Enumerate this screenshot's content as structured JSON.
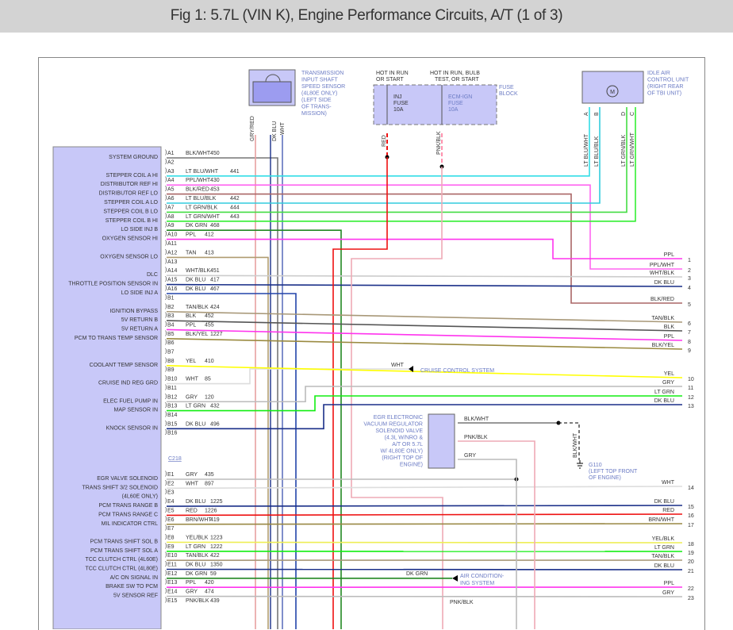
{
  "title": "Fig 1: 5.7L (VIN K), Engine Performance Circuits, A/T (1 of 3)",
  "pcm_pins": [
    {
      "pin": "A1",
      "func": "SYSTEM GROUND",
      "wire": "BLK/WHT",
      "circuit": "450"
    },
    {
      "pin": "A2",
      "func": "",
      "wire": "",
      "circuit": ""
    },
    {
      "pin": "A3",
      "func": "STEPPER COIL A HI",
      "wire": "LT BLU/WHT",
      "circuit": "441"
    },
    {
      "pin": "A4",
      "func": "DISTRIBUTOR REF HI",
      "wire": "PPL/WHT",
      "circuit": "430"
    },
    {
      "pin": "A5",
      "func": "DISTRIBUTOR REF LO",
      "wire": "BLK/RED",
      "circuit": "453"
    },
    {
      "pin": "A6",
      "func": "STEPPER COIL A LO",
      "wire": "LT BLU/BLK",
      "circuit": "442"
    },
    {
      "pin": "A7",
      "func": "STEPPER COIL B LO",
      "wire": "LT GRN/BLK",
      "circuit": "444"
    },
    {
      "pin": "A8",
      "func": "STEPPER COIL B HI",
      "wire": "LT GRN/WHT",
      "circuit": "443"
    },
    {
      "pin": "A9",
      "func": "LO SIDE INJ B",
      "wire": "DK GRN",
      "circuit": "468"
    },
    {
      "pin": "A10",
      "func": "OXYGEN SENSOR HI",
      "wire": "PPL",
      "circuit": "412"
    },
    {
      "pin": "A11",
      "func": "",
      "wire": "",
      "circuit": ""
    },
    {
      "pin": "A12",
      "func": "OXYGEN SENSOR LO",
      "wire": "TAN",
      "circuit": "413"
    },
    {
      "pin": "A13",
      "func": "",
      "wire": "",
      "circuit": ""
    },
    {
      "pin": "A14",
      "func": "DLC",
      "wire": "WHT/BLK",
      "circuit": "451"
    },
    {
      "pin": "A15",
      "func": "THROTTLE POSITION SENSOR IN",
      "wire": "DK BLU",
      "circuit": "417"
    },
    {
      "pin": "A16",
      "func": "LO SIDE INJ A",
      "wire": "DK BLU",
      "circuit": "467"
    },
    {
      "pin": "B1",
      "func": "",
      "wire": "",
      "circuit": ""
    },
    {
      "pin": "B2",
      "func": "IGNITION BYPASS",
      "wire": "TAN/BLK",
      "circuit": "424"
    },
    {
      "pin": "B3",
      "func": "5V RETURN B",
      "wire": "BLK",
      "circuit": "452"
    },
    {
      "pin": "B4",
      "func": "5V RETURN A",
      "wire": "PPL",
      "circuit": "455"
    },
    {
      "pin": "B5",
      "func": "PCM TO TRANS TEMP SENSOR",
      "wire": "BLK/YEL",
      "circuit": "1227"
    },
    {
      "pin": "B6",
      "func": "",
      "wire": "",
      "circuit": ""
    },
    {
      "pin": "B7",
      "func": "",
      "wire": "",
      "circuit": ""
    },
    {
      "pin": "B8",
      "func": "COOLANT TEMP SENSOR",
      "wire": "YEL",
      "circuit": "410"
    },
    {
      "pin": "B9",
      "func": "",
      "wire": "",
      "circuit": ""
    },
    {
      "pin": "B10",
      "func": "CRUISE IND REG GRD",
      "wire": "WHT",
      "circuit": "85"
    },
    {
      "pin": "B11",
      "func": "",
      "wire": "",
      "circuit": ""
    },
    {
      "pin": "B12",
      "func": "ELEC FUEL PUMP IN",
      "wire": "GRY",
      "circuit": "120"
    },
    {
      "pin": "B13",
      "func": "MAP SENSOR IN",
      "wire": "LT GRN",
      "circuit": "432"
    },
    {
      "pin": "B14",
      "func": "",
      "wire": "",
      "circuit": ""
    },
    {
      "pin": "B15",
      "func": "KNOCK SENSOR IN",
      "wire": "DK BLU",
      "circuit": "496"
    },
    {
      "pin": "B16",
      "func": "",
      "wire": "",
      "circuit": ""
    },
    {
      "pin": "E1",
      "func": "EGR VALVE SOLENOID",
      "wire": "GRY",
      "circuit": "435"
    },
    {
      "pin": "E2",
      "func": "TRANS SHIFT 3/2 SOLENOID",
      "wire": "WHT",
      "circuit": "897"
    },
    {
      "pin": "E3",
      "func": "(4L60E ONLY)",
      "wire": "",
      "circuit": ""
    },
    {
      "pin": "E4",
      "func": "PCM TRANS RANGE B",
      "wire": "DK BLU",
      "circuit": "1225"
    },
    {
      "pin": "E5",
      "func": "PCM TRANS RANGE C",
      "wire": "RED",
      "circuit": "1226"
    },
    {
      "pin": "E6",
      "func": "MIL INDICATOR CTRL",
      "wire": "BRN/WHT",
      "circuit": "419"
    },
    {
      "pin": "E7",
      "func": "",
      "wire": "",
      "circuit": ""
    },
    {
      "pin": "E8",
      "func": "PCM TRANS SHIFT SOL B",
      "wire": "YEL/BLK",
      "circuit": "1223"
    },
    {
      "pin": "E9",
      "func": "PCM TRANS SHIFT SOL A",
      "wire": "LT GRN",
      "circuit": "1222"
    },
    {
      "pin": "E10",
      "func": "TCC CLUTCH CTRL     (4L60E)",
      "wire": "TAN/BLK",
      "circuit": "422"
    },
    {
      "pin": "E11",
      "func": "TCC CLUTCH CTRL     (4L80E)",
      "wire": "DK BLU",
      "circuit": "1350"
    },
    {
      "pin": "E12",
      "func": "A/C ON SIGNAL IN",
      "wire": "DK GRN",
      "circuit": "59"
    },
    {
      "pin": "E13",
      "func": "BRAKE SW TO PCM",
      "wire": "PPL",
      "circuit": "420"
    },
    {
      "pin": "E14",
      "func": "5V SENSOR REF",
      "wire": "GRY",
      "circuit": "474"
    },
    {
      "pin": "E15",
      "func": "",
      "wire": "PNK/BLK",
      "circuit": "439"
    }
  ],
  "connector_label": "C218",
  "outputs": [
    {
      "n": "1",
      "wire": "PPL"
    },
    {
      "n": "2",
      "wire": "PPL/WHT"
    },
    {
      "n": "3",
      "wire": "WHT/BLK"
    },
    {
      "n": "4",
      "wire": "DK BLU"
    },
    {
      "n": "5",
      "wire": "BLK/RED"
    },
    {
      "n": "6",
      "wire": "TAN/BLK"
    },
    {
      "n": "7",
      "wire": "BLK"
    },
    {
      "n": "8",
      "wire": "PPL"
    },
    {
      "n": "9",
      "wire": "BLK/YEL"
    },
    {
      "n": "10",
      "wire": "YEL"
    },
    {
      "n": "11",
      "wire": "GRY"
    },
    {
      "n": "12",
      "wire": "LT GRN"
    },
    {
      "n": "13",
      "wire": "DK BLU"
    },
    {
      "n": "14",
      "wire": "WHT"
    },
    {
      "n": "15",
      "wire": "DK BLU"
    },
    {
      "n": "16",
      "wire": "RED"
    },
    {
      "n": "17",
      "wire": "BRN/WHT"
    },
    {
      "n": "18",
      "wire": "YEL/BLK"
    },
    {
      "n": "19",
      "wire": "LT GRN"
    },
    {
      "n": "20",
      "wire": "TAN/BLK"
    },
    {
      "n": "21",
      "wire": "DK BLU"
    },
    {
      "n": "22",
      "wire": "PPL"
    },
    {
      "n": "23",
      "wire": "GRY"
    }
  ],
  "components": {
    "speed_sensor": {
      "lines": [
        "TRANSMISSION",
        "INPUT SHAFT",
        "SPEED SENSOR",
        "(4L80E ONLY)",
        "(LEFT SIDE",
        "OF TRANS-",
        "MISSION)"
      ],
      "wires": [
        "GRY/RED",
        "DK BLU",
        "WHT"
      ]
    },
    "fuse_block": {
      "label_lines": [
        "FUSE",
        "BLOCK"
      ],
      "hot1": [
        "HOT IN RUN",
        "OR START"
      ],
      "hot2": [
        "HOT IN RUN, BULB",
        "TEST, OR START"
      ],
      "fuse1": [
        "INJ",
        "FUSE",
        "10A"
      ],
      "fuse2": [
        "ECM-IGN",
        "FUSE",
        "10A"
      ],
      "wires": [
        "RED",
        "PNK/BLK"
      ]
    },
    "iac": {
      "lines": [
        "IDLE AIR",
        "CONTROL UNIT",
        "(RIGHT REAR",
        "OF TBI UNIT)"
      ],
      "pins": [
        "A",
        "B",
        "D",
        "C"
      ],
      "wires": [
        "LT BLU/WHT",
        "LT BLU/BLK",
        "LT GRN/BLK",
        "LT GRN/WHT"
      ],
      "motor": "M"
    },
    "cruise": {
      "wire": "WHT",
      "label": "CRUISE CONTROL SYSTEM"
    },
    "egr": {
      "lines": [
        "EGR ELECTRONIC",
        "VACUUM REGULATOR",
        "SOLENOID VALVE",
        "(4.3L W/NRO &",
        "A/T OR 5.7L",
        "W/ 4L80E ONLY)",
        "(RIGHT TOP OF",
        "ENGINE)"
      ],
      "wires": [
        "BLK/WHT",
        "PNK/BLK",
        "GRY"
      ],
      "ground_wire": "BLK/WHT"
    },
    "ground": {
      "id": "G110",
      "lines": [
        "(LEFT TOP FRONT",
        "OF ENGINE)"
      ]
    },
    "ac": {
      "wire": "DK GRN",
      "lines": [
        "AIR CONDITION-",
        "ING SYSTEM"
      ]
    }
  },
  "colors": {
    "BLK": "#555555",
    "BLK/WHT": "#777777",
    "LT BLU/WHT": "#33dde6",
    "LT BLU/BLK": "#33ccdd",
    "PPL": "#ff33ee",
    "PPL/WHT": "#ff66f0",
    "BLK/RED": "#aa6666",
    "LT GRN/BLK": "#44dd44",
    "LT GRN/WHT": "#33ee33",
    "DK GRN": "#228822",
    "TAN": "#b09c70",
    "WHT/BLK": "#cccccc",
    "DK BLU": "#1a2f88",
    "TAN/BLK": "#a89878",
    "BLK/YEL": "#9a8a40",
    "YEL": "#ffff00",
    "WHT": "#dddddd",
    "GRY": "#bbbbbb",
    "LT GRN": "#11ee11",
    "RED": "#ee1111",
    "BRN/WHT": "#998844",
    "YEL/BLK": "#eeee55",
    "PNK/BLK": "#eeaab5",
    "GRY/RED": "#e8a0a0"
  }
}
